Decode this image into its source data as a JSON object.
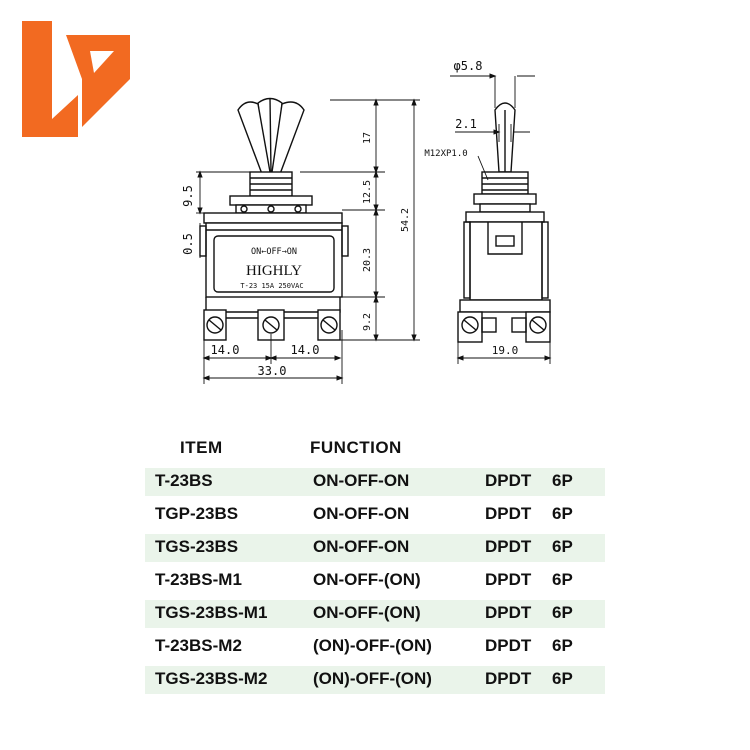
{
  "colors": {
    "logo": "#f26a21",
    "line": "#111111",
    "row_shade": "#eaf4ea"
  },
  "drawing": {
    "front_view": {
      "switch_marking_top": "ON←OFF→ON",
      "brand": "HIGHLY",
      "rating": "T-23 15A 250VAC",
      "dim_terminal_left": "14.0",
      "dim_terminal_right": "14.0",
      "dim_width": "33.0",
      "dim_thread": "9.5",
      "dim_plate": "0.5",
      "dim_lever": "17",
      "dim_bushing": "12.5",
      "dim_body": "20.3",
      "dim_terminal": "9.2",
      "dim_total": "54.2"
    },
    "side_view": {
      "dim_tip": "φ5.8",
      "dim_lever_dia": "2.1",
      "thread_spec": "M12XP1.0",
      "dim_width": "19.0"
    }
  },
  "table": {
    "headers": {
      "item": "ITEM",
      "function": "FUNCTION"
    },
    "rows": [
      {
        "item": "T-23BS",
        "function": "ON-OFF-ON",
        "type": "DPDT",
        "pins": "6P"
      },
      {
        "item": "TGP-23BS",
        "function": "ON-OFF-ON",
        "type": "DPDT",
        "pins": "6P"
      },
      {
        "item": "TGS-23BS",
        "function": "ON-OFF-ON",
        "type": "DPDT",
        "pins": "6P"
      },
      {
        "item": "T-23BS-M1",
        "function": "ON-OFF-(ON)",
        "type": "DPDT",
        "pins": "6P"
      },
      {
        "item": "TGS-23BS-M1",
        "function": "ON-OFF-(ON)",
        "type": "DPDT",
        "pins": "6P"
      },
      {
        "item": "T-23BS-M2",
        "function": "(ON)-OFF-(ON)",
        "type": "DPDT",
        "pins": "6P"
      },
      {
        "item": "TGS-23BS-M2",
        "function": "(ON)-OFF-(ON)",
        "type": "DPDT",
        "pins": "6P"
      }
    ]
  }
}
